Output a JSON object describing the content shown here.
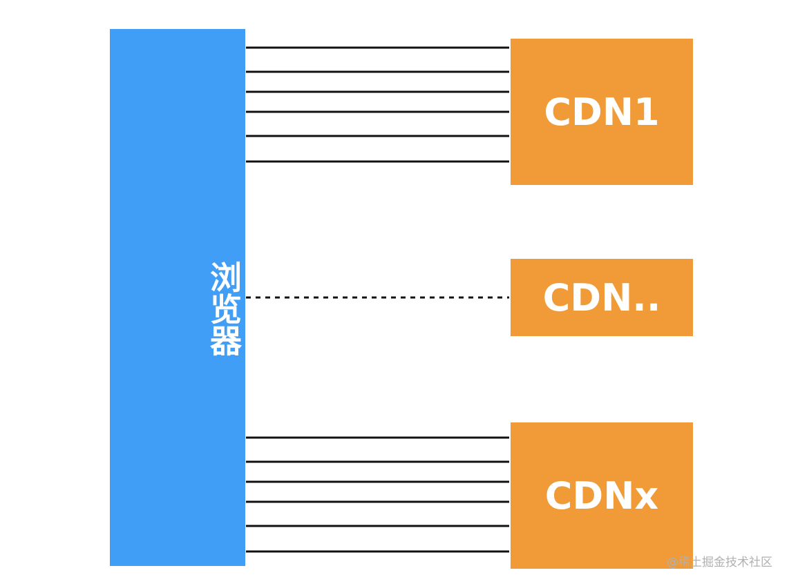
{
  "diagram": {
    "browser": {
      "label": "浏览器",
      "color": "#419ef6"
    },
    "cdn_nodes": [
      {
        "id": "cdn1",
        "label": "CDN1",
        "connection": "solid",
        "line_count": 6
      },
      {
        "id": "cdnm",
        "label": "CDN..",
        "connection": "dashed",
        "line_count": 1
      },
      {
        "id": "cdnx",
        "label": "CDNx",
        "connection": "solid",
        "line_count": 6
      }
    ],
    "cdn_color": "#f09b37",
    "line_color": "#111111"
  },
  "watermark": "@稀土掘金技术社区"
}
